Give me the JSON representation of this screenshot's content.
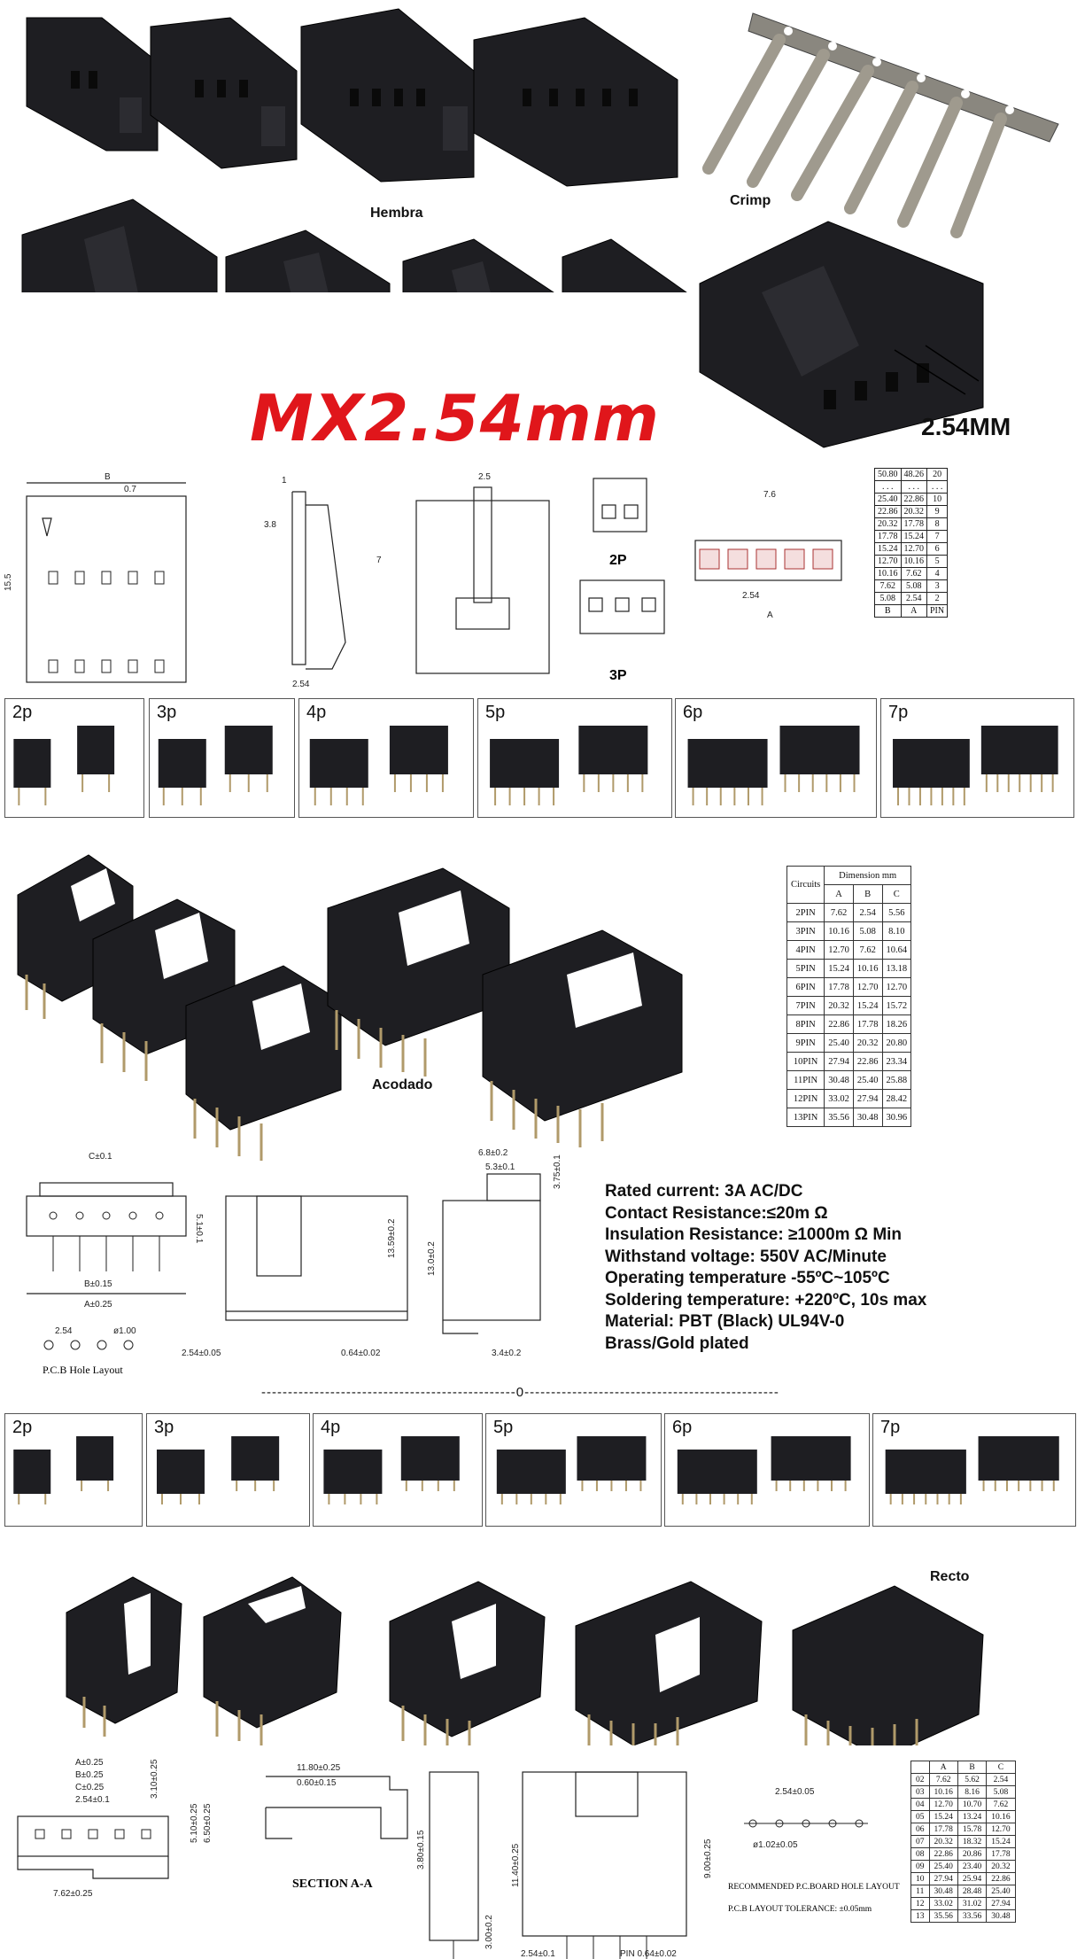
{
  "title": "MX2.54mm",
  "labels": {
    "female": "Hembra",
    "crimp": "Crimp",
    "pitch": "2.54MM",
    "right_angle": "Acodado",
    "straight": "Recto"
  },
  "colors": {
    "title_red": "#e0161b",
    "housing_black": "#1e1e22",
    "pin_gold": "#b09a6a"
  },
  "drawing_top": {
    "dims": [
      "B",
      "0.7",
      "15.5",
      "1",
      "3.8",
      "7",
      "2.54",
      "2.5",
      "7.6",
      "2.54",
      "A"
    ],
    "views": [
      "2P",
      "3P"
    ]
  },
  "pin_table": {
    "rows": [
      [
        "50.80",
        "48.26",
        "20"
      ],
      [
        ". . .",
        ". . .",
        ". . ."
      ],
      [
        "25.40",
        "22.86",
        "10"
      ],
      [
        "22.86",
        "20.32",
        "9"
      ],
      [
        "20.32",
        "17.78",
        "8"
      ],
      [
        "17.78",
        "15.24",
        "7"
      ],
      [
        "15.24",
        "12.70",
        "6"
      ],
      [
        "12.70",
        "10.16",
        "5"
      ],
      [
        "10.16",
        "7.62",
        "4"
      ],
      [
        "7.62",
        "5.08",
        "3"
      ],
      [
        "5.08",
        "2.54",
        "2"
      ],
      [
        "B",
        "A",
        "PIN"
      ]
    ]
  },
  "right_angle_boxes": [
    "2p",
    "3p",
    "4p",
    "5p",
    "6p",
    "7p"
  ],
  "circuits_table": {
    "head_circuits": "Circuits",
    "head_dimension": "Dimension mm",
    "cols": [
      "A",
      "B",
      "C"
    ],
    "rows": [
      [
        "2PIN",
        "7.62",
        "2.54",
        "5.56"
      ],
      [
        "3PIN",
        "10.16",
        "5.08",
        "8.10"
      ],
      [
        "4PIN",
        "12.70",
        "7.62",
        "10.64"
      ],
      [
        "5PIN",
        "15.24",
        "10.16",
        "13.18"
      ],
      [
        "6PIN",
        "17.78",
        "12.70",
        "12.70"
      ],
      [
        "7PIN",
        "20.32",
        "15.24",
        "15.72"
      ],
      [
        "8PIN",
        "22.86",
        "17.78",
        "18.26"
      ],
      [
        "9PIN",
        "25.40",
        "20.32",
        "20.80"
      ],
      [
        "10PIN",
        "27.94",
        "22.86",
        "23.34"
      ],
      [
        "11PIN",
        "30.48",
        "25.40",
        "25.88"
      ],
      [
        "12PIN",
        "33.02",
        "27.94",
        "28.42"
      ],
      [
        "13PIN",
        "35.56",
        "30.48",
        "30.96"
      ]
    ]
  },
  "drawing_mid": {
    "dims": [
      "C±0.1",
      "5.1±0.1",
      "B±0.15",
      "A±0.25",
      "2.54",
      "ø1.00",
      "6.8±0.2",
      "5.3±0.1",
      "3.75±0.1",
      "13.59±0.2",
      "13.0±0.2",
      "2.54±0.05",
      "0.64±0.02",
      "3.4±0.2"
    ],
    "pcb_label": "P.C.B Hole Layout"
  },
  "specs": [
    "Rated current: 3A AC/DC",
    "Contact Resistance:≤20m Ω",
    "Insulation Resistance: ≥1000m Ω Min",
    "Withstand voltage: 550V AC/Minute",
    "Operating temperature -55ºC~105ºC",
    "Soldering temperature: +220ºC, 10s max",
    "Material: PBT (Black) UL94V-0",
    "Brass/Gold plated"
  ],
  "divider": "------------------------------------------------0------------------------------------------------",
  "straight_boxes": [
    "2p",
    "3p",
    "4p",
    "5p",
    "6p",
    "7p"
  ],
  "straight_table": {
    "cols": [
      "",
      "A",
      "B",
      "C"
    ],
    "rows": [
      [
        "02",
        "7.62",
        "5.62",
        "2.54"
      ],
      [
        "03",
        "10.16",
        "8.16",
        "5.08"
      ],
      [
        "04",
        "12.70",
        "10.70",
        "7.62"
      ],
      [
        "05",
        "15.24",
        "13.24",
        "10.16"
      ],
      [
        "06",
        "17.78",
        "15.78",
        "12.70"
      ],
      [
        "07",
        "20.32",
        "18.32",
        "15.24"
      ],
      [
        "08",
        "22.86",
        "20.86",
        "17.78"
      ],
      [
        "09",
        "25.40",
        "23.40",
        "20.32"
      ],
      [
        "10",
        "27.94",
        "25.94",
        "22.86"
      ],
      [
        "11",
        "30.48",
        "28.48",
        "25.40"
      ],
      [
        "12",
        "33.02",
        "31.02",
        "27.94"
      ],
      [
        "13",
        "35.56",
        "33.56",
        "30.48"
      ]
    ]
  },
  "drawing_bottom": {
    "dims": [
      "A±0.25",
      "B±0.25",
      "C±0.25",
      "2.54±0.1",
      "3.10±0.25",
      "5.10±0.25",
      "6.50±0.25",
      "7.62±0.25",
      "11.80±0.25",
      "0.60±0.15",
      "3.80±0.15",
      "3.00±0.2",
      "11.40±0.25",
      "9.00±0.25",
      "2.54±0.1",
      "PIN 0.64±0.02",
      "2.54±0.05",
      "ø1.02±0.05"
    ],
    "section": "SECTION A-A",
    "recommended": "RECOMMENDED P.C.BOARD HOLE LAYOUT",
    "tolerance": "P.C.B LAYOUT TOLERANCE: ±0.05mm"
  }
}
